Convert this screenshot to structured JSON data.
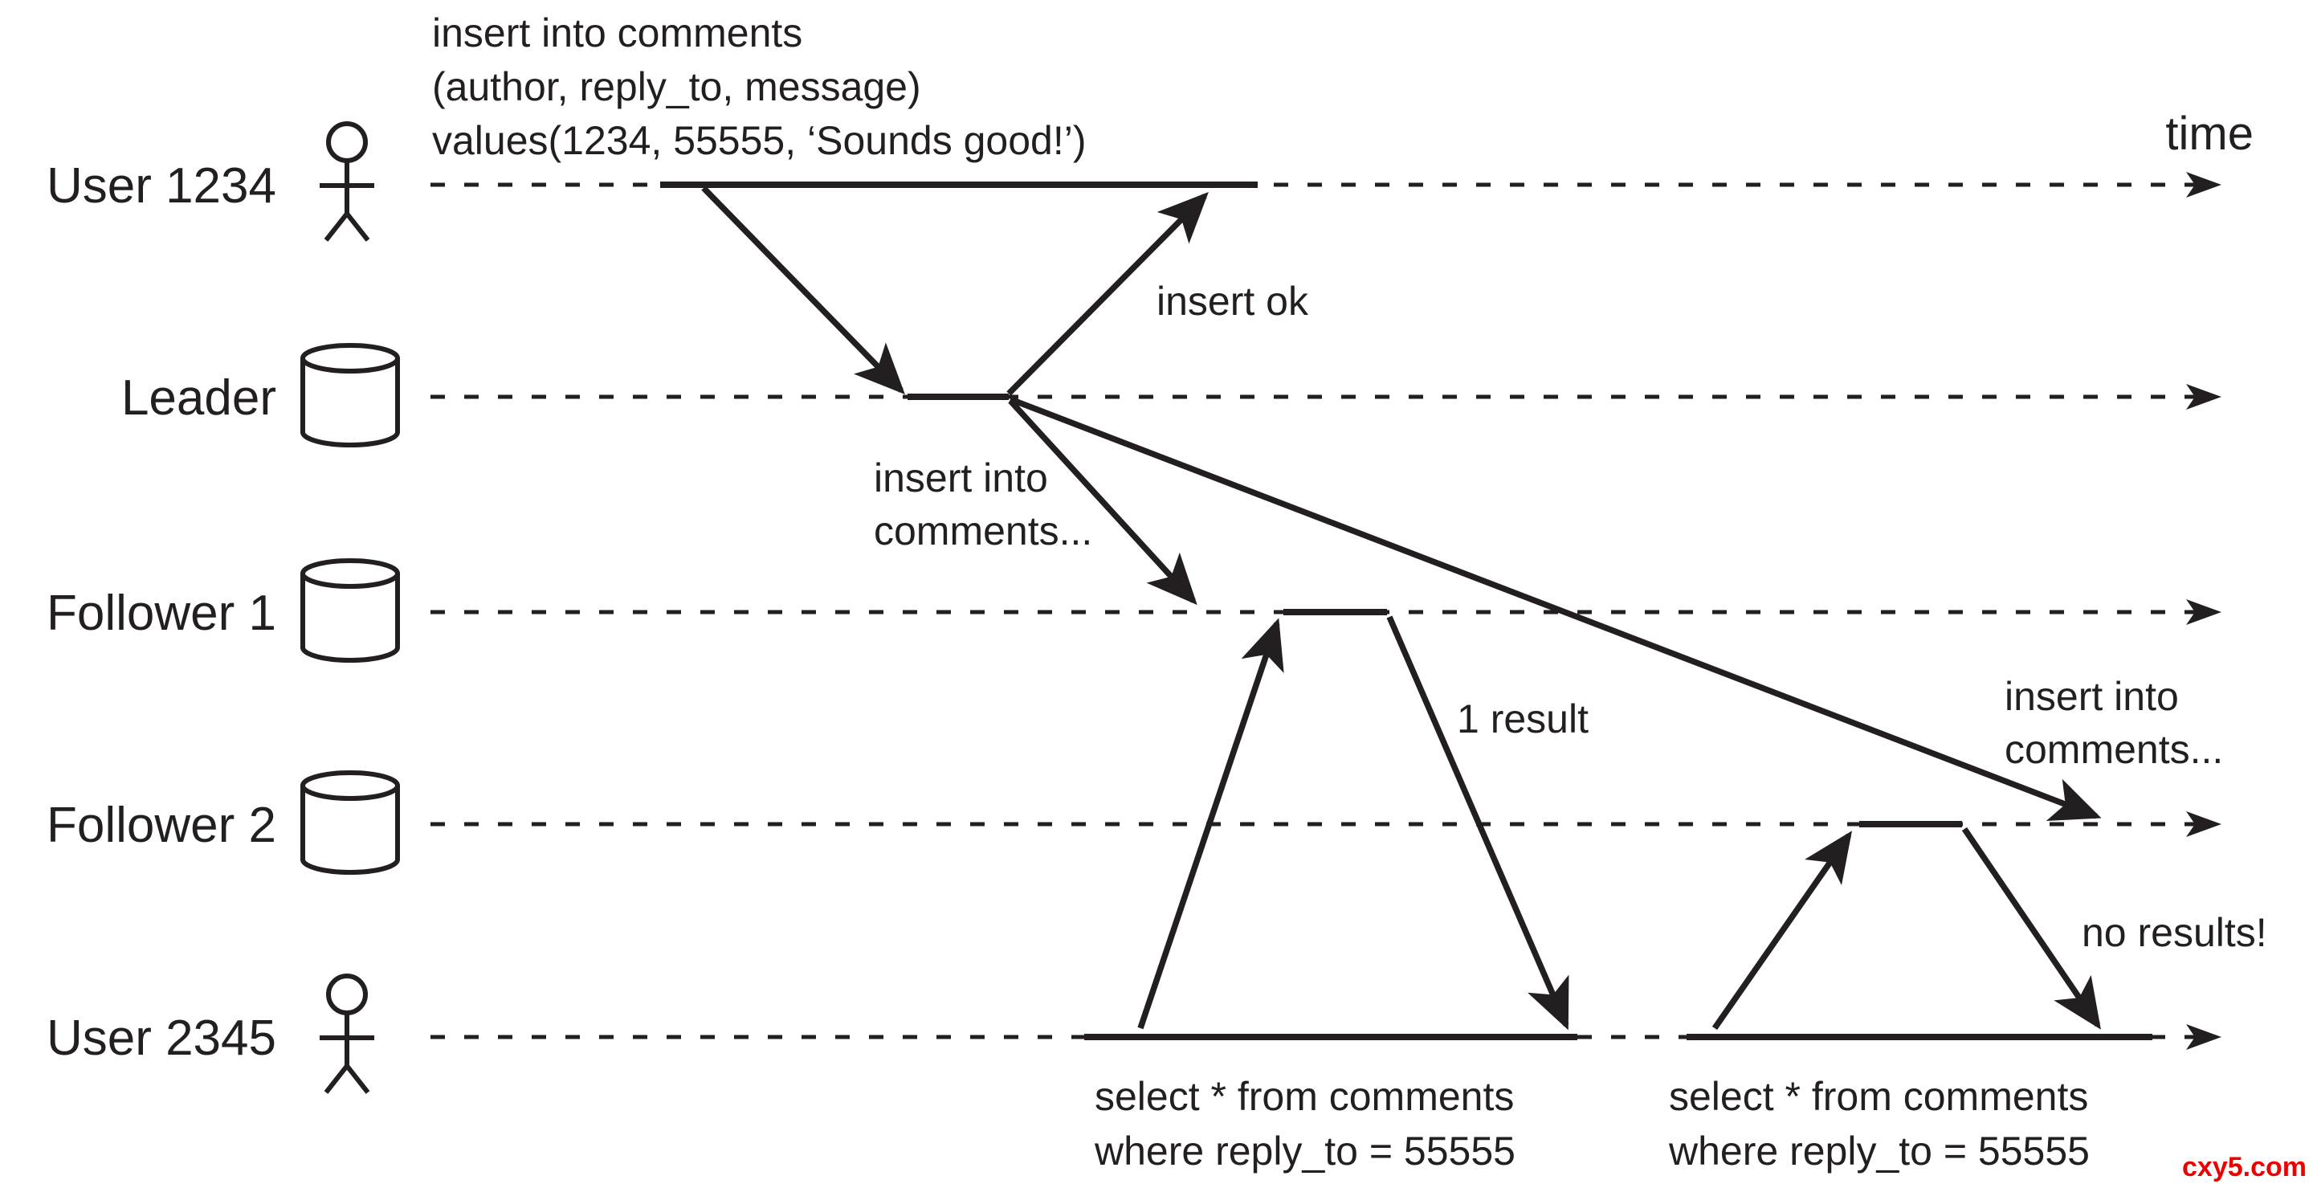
{
  "diagram": {
    "time_label": "time",
    "watermark": "cxy5.com",
    "actors": [
      {
        "id": "user-1234",
        "label": "User 1234",
        "icon": "person"
      },
      {
        "id": "leader",
        "label": "Leader",
        "icon": "database"
      },
      {
        "id": "follower-1",
        "label": "Follower 1",
        "icon": "database"
      },
      {
        "id": "follower-2",
        "label": "Follower 2",
        "icon": "database"
      },
      {
        "id": "user-2345",
        "label": "User 2345",
        "icon": "person"
      }
    ],
    "annotations": {
      "insert_sql": {
        "lines": [
          "insert into comments",
          "(author, reply_to, message)",
          "values(1234, 55555, ‘Sounds good!’)"
        ]
      },
      "insert_ok": "insert ok",
      "replicate_left": {
        "lines": [
          "insert into",
          "comments..."
        ]
      },
      "replicate_right": {
        "lines": [
          "insert into",
          "comments..."
        ]
      },
      "result_1": "1 result",
      "result_2": "no results!",
      "select_sql_1": {
        "lines": [
          "select * from comments",
          "where reply_to = 55555"
        ]
      },
      "select_sql_2": {
        "lines": [
          "select * from comments",
          "where reply_to = 55555"
        ]
      }
    },
    "colors": {
      "ink": "#231f20",
      "watermark_red": "#ee0000",
      "background": "#ffffff"
    }
  }
}
